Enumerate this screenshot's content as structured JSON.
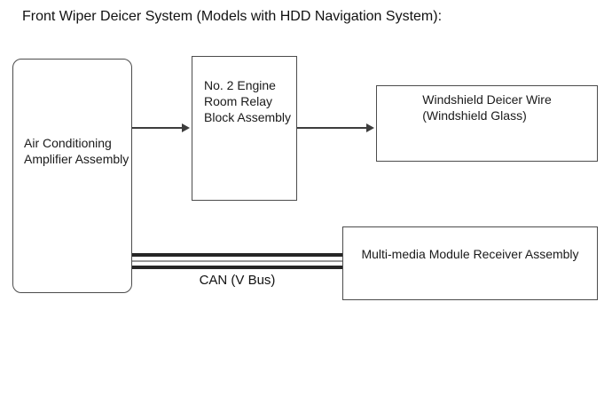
{
  "title": "Front Wiper Deicer System (Models with HDD Navigation System):",
  "diagram": {
    "boxes": {
      "air_conditioning_amplifier": {
        "lines": [
          "Air Conditioning",
          "Amplifier Assembly"
        ]
      },
      "engine_room_relay": {
        "lines": [
          "No. 2 Engine",
          "Room Relay",
          "Block Assembly"
        ]
      },
      "windshield_deicer_wire": {
        "lines": [
          "Windshield Deicer Wire",
          "(Windshield Glass)"
        ]
      },
      "multimedia_receiver": {
        "lines": [
          "Multi-media Module Receiver Assembly"
        ]
      }
    },
    "connections": {
      "bus_label": "CAN (V Bus)"
    },
    "colors": {
      "background": "#ffffff",
      "text": "#111111",
      "box_border": "#4c4c4c",
      "arrow_line": "#3d3d3d",
      "bus_dark": "#262626",
      "bus_mid": "#999999"
    }
  }
}
